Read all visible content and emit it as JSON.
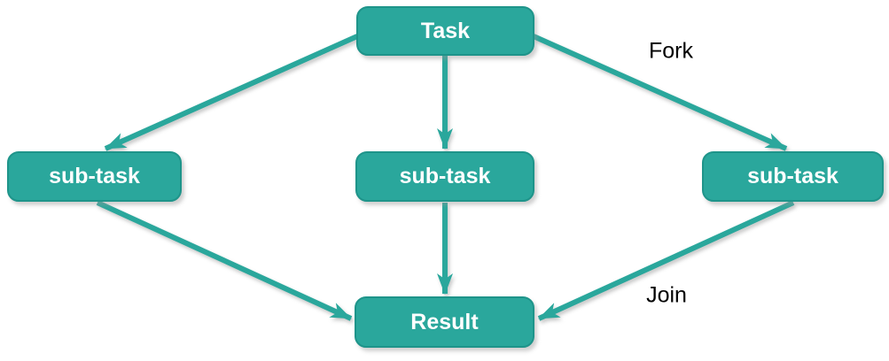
{
  "diagram": {
    "type": "fork-join-flow",
    "colors": {
      "node_fill": "#2aa79c",
      "node_border": "#1e948a",
      "arrow": "#2aa79c",
      "node_text": "#ffffff",
      "label_text": "#000000",
      "background": "#ffffff"
    },
    "nodes": [
      {
        "id": "task",
        "label": "Task"
      },
      {
        "id": "subtask-left",
        "label": "sub-task"
      },
      {
        "id": "subtask-middle",
        "label": "sub-task"
      },
      {
        "id": "subtask-right",
        "label": "sub-task"
      },
      {
        "id": "result",
        "label": "Result"
      }
    ],
    "edge_labels": {
      "fork": "Fork",
      "join": "Join"
    },
    "edges": [
      {
        "from": "task",
        "to": "subtask-left",
        "label": ""
      },
      {
        "from": "task",
        "to": "subtask-middle",
        "label": ""
      },
      {
        "from": "task",
        "to": "subtask-right",
        "label": "Fork"
      },
      {
        "from": "subtask-left",
        "to": "result",
        "label": ""
      },
      {
        "from": "subtask-middle",
        "to": "result",
        "label": ""
      },
      {
        "from": "subtask-right",
        "to": "result",
        "label": "Join"
      }
    ]
  }
}
